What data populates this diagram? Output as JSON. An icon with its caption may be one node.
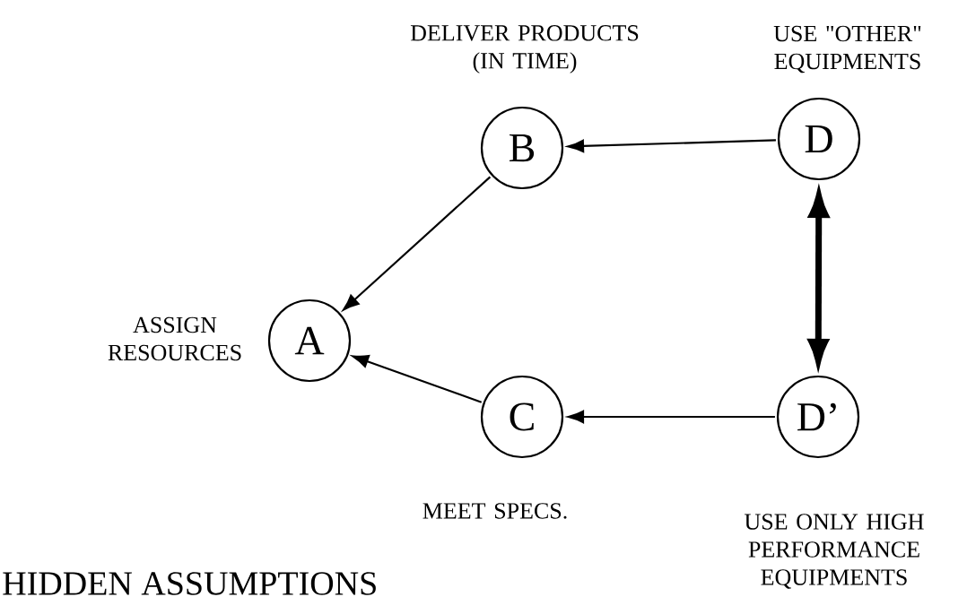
{
  "diagram": {
    "nodes": [
      {
        "text": [
          "A"
        ],
        "beside": [
          "ASSIGN RESOURCES"
        ]
      },
      {
        "text": [
          "B"
        ],
        "beside": [
          "DELIVER PRODUCTS (IN TIME)"
        ]
      },
      {
        "text": [
          "C"
        ],
        "beside": [
          "MEET SPECS."
        ]
      },
      {
        "text": [
          "D"
        ],
        "beside": [
          "USE \"OTHER\" EQUIPMENTS"
        ]
      },
      {
        "text": [
          "D’"
        ],
        "beside": [
          "USE ONLY HIGH PERFORMANCE EQUIPMENTS"
        ]
      }
    ],
    "edges": [
      {
        "from": 3,
        "to": 1,
        "arrow": "to"
      },
      {
        "from": 1,
        "to": 0,
        "arrow": "to"
      },
      {
        "from": 2,
        "to": 0,
        "arrow": "to"
      },
      {
        "from": 4,
        "to": 2,
        "arrow": "to"
      },
      {
        "from": 3,
        "to": 4,
        "arrow": "both",
        "style": "thick"
      }
    ],
    "labels": [
      "HIDDEN ASSUMPTIONS"
    ]
  }
}
